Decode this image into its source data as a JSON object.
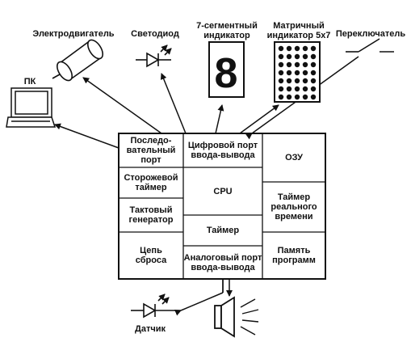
{
  "peripherals": {
    "motor": "Электродвигатель",
    "led": "Светодиод",
    "seven_segment": "7-сегментный\nиндикатор",
    "matrix": "Матричный\nиндикатор 5х7",
    "switch": "Переключатель",
    "pc": "ПК",
    "sensor": "Датчик"
  },
  "seven_segment_digit": "8",
  "mcu": {
    "serial_port": "Последо-\nвательный\nпорт",
    "watchdog": "Сторожевой\nтаймер",
    "clock": "Тактовый\nгенератор",
    "reset": "Цепь\nсброса",
    "digital_io": "Цифровой порт\nввода-вывода",
    "cpu": "CPU",
    "timer": "Таймер",
    "analog_io": "Аналоговый порт\nввода-вывода",
    "ram": "ОЗУ",
    "rtc": "Таймер\nреального\nвремени",
    "program_memory": "Память\nпрограмм"
  }
}
